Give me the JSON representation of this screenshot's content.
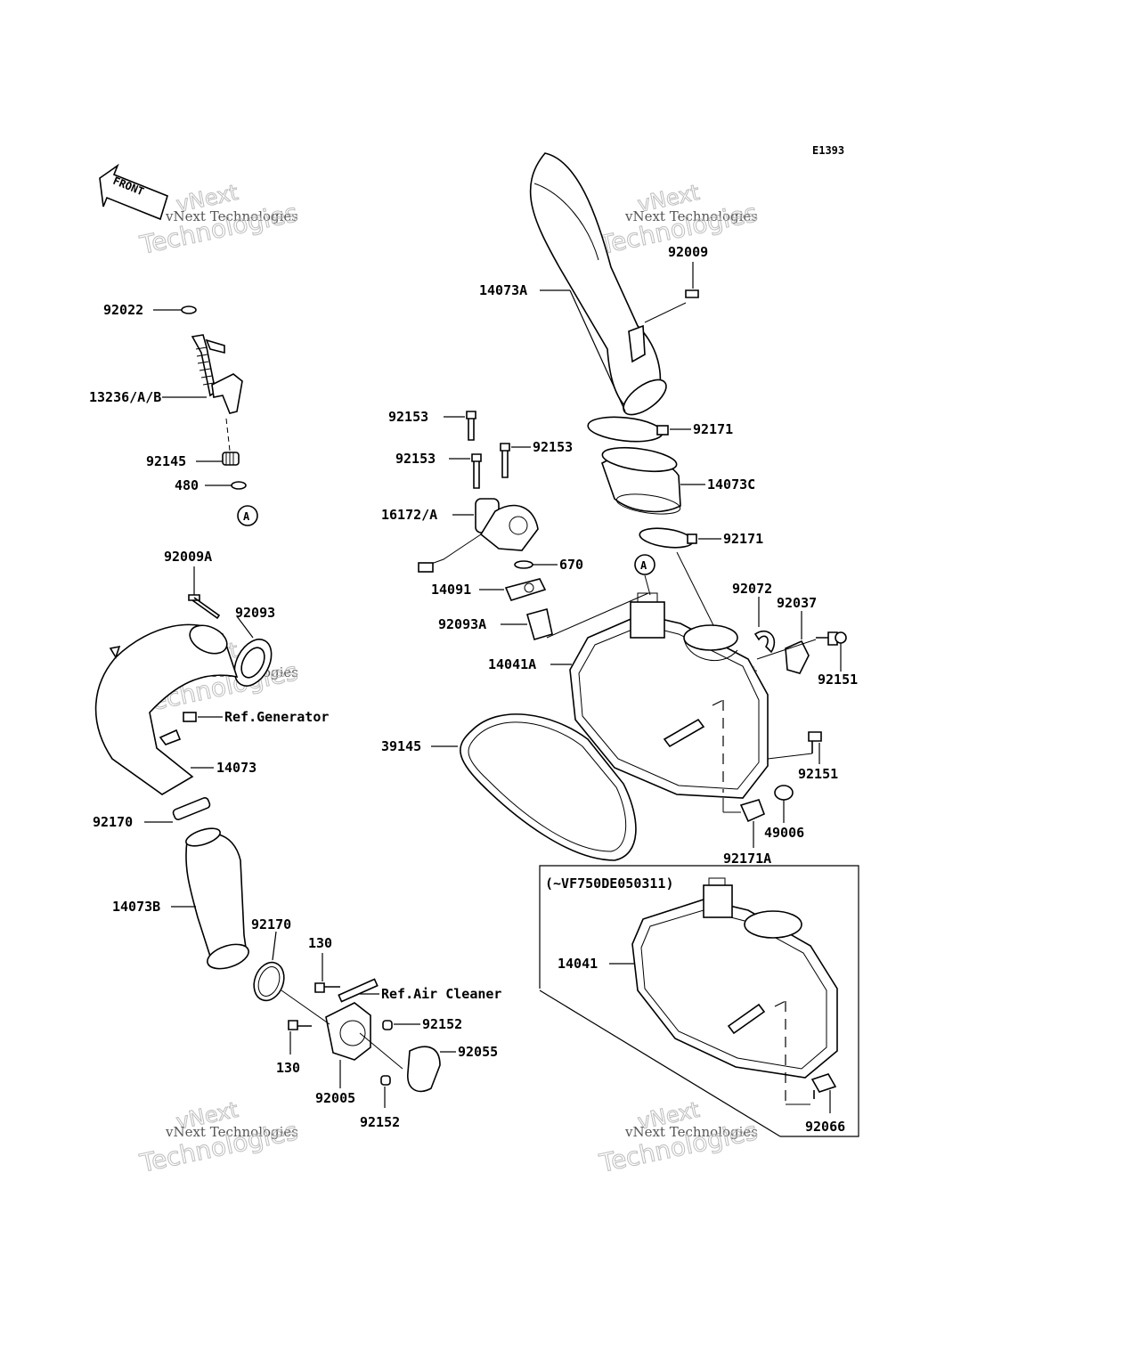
{
  "diagram_code": "E1393",
  "front_label": "FRONT",
  "callout_marker": "A",
  "watermark": {
    "line1": "vNext",
    "line2": "vNext Technologies",
    "line3": "Technologies"
  },
  "parts": {
    "p92022": "92022",
    "p13236": "13236/A/B",
    "p92145": "92145",
    "p480": "480",
    "p92009A": "92009A",
    "p92093": "92093",
    "ref_generator": "Ref.Generator",
    "p14073": "14073",
    "p92170a": "92170",
    "p14073B": "14073B",
    "p92170b": "92170",
    "p130a": "130",
    "ref_air_cleaner": "Ref.Air Cleaner",
    "p92152a": "92152",
    "p130b": "130",
    "p92055": "92055",
    "p92005": "92005",
    "p92152b": "92152",
    "p92009": "92009",
    "p14073A": "14073A",
    "p92153a": "92153",
    "p92153b": "92153",
    "p92153c": "92153",
    "p92171a": "92171",
    "p14073C": "14073C",
    "p16172": "16172/A",
    "p92171b": "92171",
    "p670": "670",
    "p14091": "14091",
    "p92072": "92072",
    "p92037": "92037",
    "p92093A": "92093A",
    "p14041A": "14041A",
    "p92151a": "92151",
    "p39145": "39145",
    "p92151b": "92151",
    "p49006": "49006",
    "p92171A": "92171A",
    "variant_note": "(~VF750DE050311)",
    "p14041": "14041",
    "p92066": "92066"
  }
}
